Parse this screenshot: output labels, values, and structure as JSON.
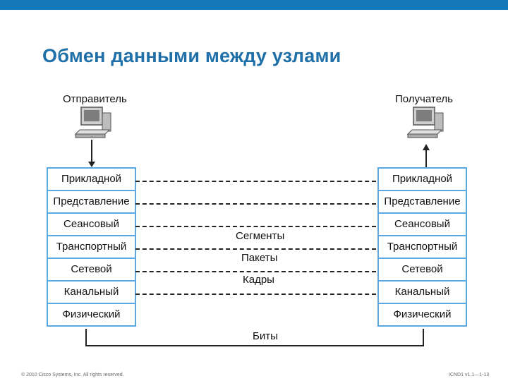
{
  "title": "Обмен данными между узлами",
  "sender": {
    "label": "Отправитель"
  },
  "receiver": {
    "label": "Получатель"
  },
  "layers": [
    "Прикладной",
    "Представление",
    "Сеансовый",
    "Транспортный",
    "Сетевой",
    "Канальный",
    "Физический"
  ],
  "pdu": {
    "segments": "Сегменты",
    "packets": "Пакеты",
    "frames": "Кадры",
    "bits": "Биты"
  },
  "footer": {
    "copyright": "© 2010 Cisco Systems, Inc. All rights reserved.",
    "course": "ICND1 v1.1—1-13"
  },
  "colors": {
    "accent": "#1f6fa8",
    "box_border": "#5aa9e0",
    "topbar": "#1379b9"
  },
  "icons": [
    "computer-icon",
    "arrow-down-icon",
    "arrow-up-icon"
  ]
}
